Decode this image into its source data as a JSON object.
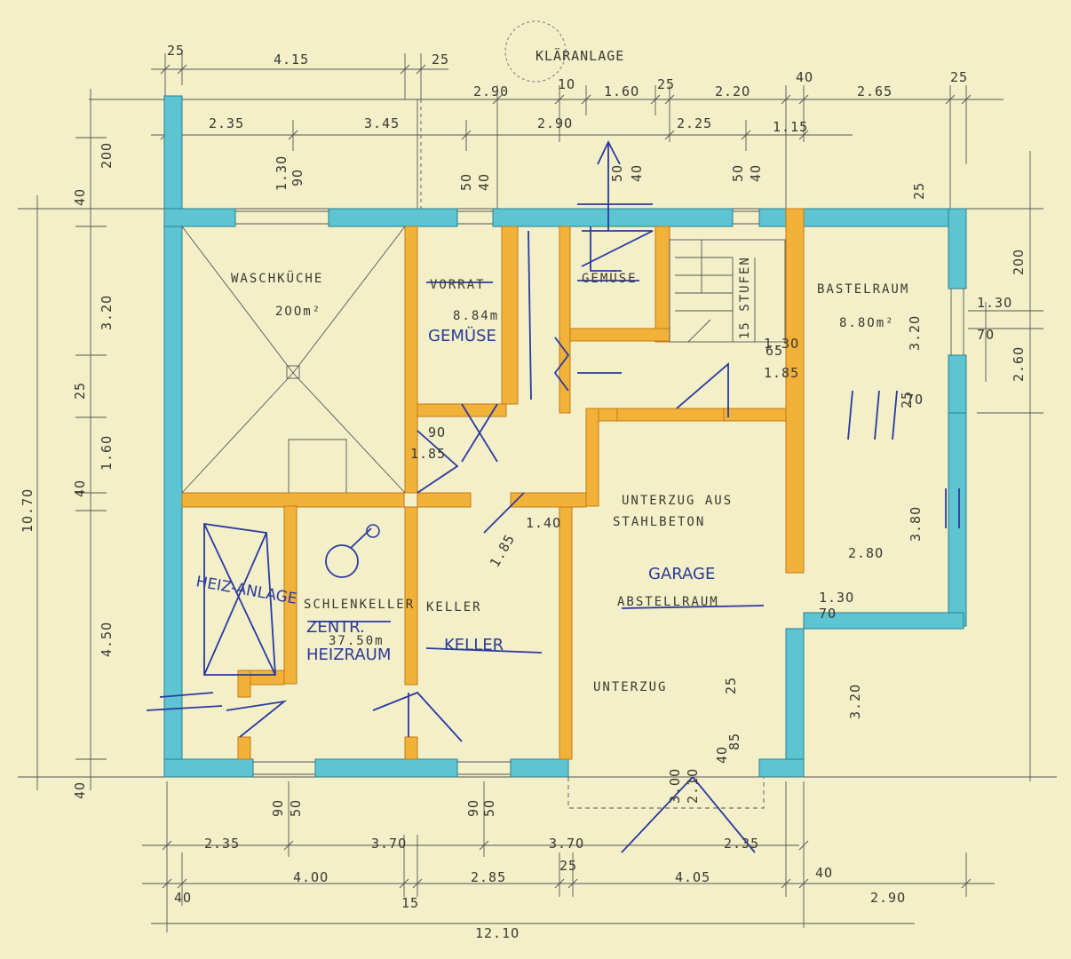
{
  "plan": {
    "site_label": "KLÄRANLAGE",
    "rooms": {
      "waschkueche": {
        "name": "WASCHKÜCHE",
        "area": "2OOm²"
      },
      "vorrat": {
        "name": "VORRAT",
        "area": "8.84m",
        "handwritten": "GEMÜSE"
      },
      "gemuese": {
        "name": "GEMÜSE"
      },
      "bastelraum": {
        "name": "BASTELRAUM",
        "area": "8.8Om²"
      },
      "stufen": {
        "name": "15 STUFEN"
      },
      "heiz_anlage": {
        "handwritten": "HEIZ-ANLAGE"
      },
      "zentralheizung": {
        "name": "SCHLENKELLER",
        "handwritten_1": "ZENTR.",
        "handwritten_2": "HEIZRAUM",
        "area": "37.50m"
      },
      "keller": {
        "name": "KELLER",
        "handwritten": "KELLER"
      },
      "garage": {
        "handwritten": "GARAGE",
        "name": "ABSTELLRAUM"
      },
      "unterzug_stahlbeton_1": "UNTERZUG AUS",
      "unterzug_stahlbeton_2": "STAHLBETON",
      "unterzug": "UNTERZUG"
    },
    "dims_top": {
      "a": "25",
      "b": "4.15",
      "c": "25",
      "d": "2.90",
      "e": "1O",
      "f": "1.6O",
      "g": "25",
      "h": "2.2O",
      "i": "4O",
      "j": "2.65",
      "k": "25",
      "l": "2.35",
      "m": "3.45",
      "n": "2.9O",
      "o": "2.25",
      "p": "1.15"
    },
    "dims_left": {
      "a": "2OO",
      "b": "4O",
      "c": "3.2O",
      "d": "25",
      "e": "1.6O",
      "f": "4O",
      "g": "4.5O",
      "h": "4O",
      "total": "1O.7O"
    },
    "dims_right": {
      "a": "2OO",
      "b": "25",
      "c": "1.3O",
      "d": "7O",
      "e": "2.6O",
      "f": "3.2O"
    },
    "dims_bottom_1": {
      "a": "2.35",
      "b": "3.7O",
      "c": "3.7O",
      "d": "2.35"
    },
    "dims_bottom_2": {
      "a": "4.OO",
      "b": "2.85",
      "c": "25",
      "d": "4.O5",
      "e": "4O"
    },
    "dims_bottom_3": {
      "a": "4O",
      "b": "15",
      "c": "2.9O"
    },
    "dims_total": "12.1O",
    "dims_inner": {
      "w1": "1.3O",
      "w2": "9O",
      "w3": "5O",
      "w4": "4O",
      "w5": "5O",
      "w6": "4O",
      "w7": "5O",
      "w8": "4O",
      "w9": "3.2O",
      "w10": "65",
      "w11": "1.85",
      "w12": "9O",
      "w13": "1.85",
      "w14": "2.8O",
      "w15": "3.8O",
      "w16": "1.3O",
      "w17": "7O",
      "w18": "25",
      "w19": "1.4O",
      "w20": "9O",
      "w21": "5O",
      "w22": "9O",
      "w23": "5O",
      "w24": "3.OO",
      "w25": "2.1O",
      "w26": "4O",
      "w27": "85",
      "w28": "25",
      "w29": "1.85",
      "w30": "1.3O",
      "w31": "7O"
    }
  }
}
